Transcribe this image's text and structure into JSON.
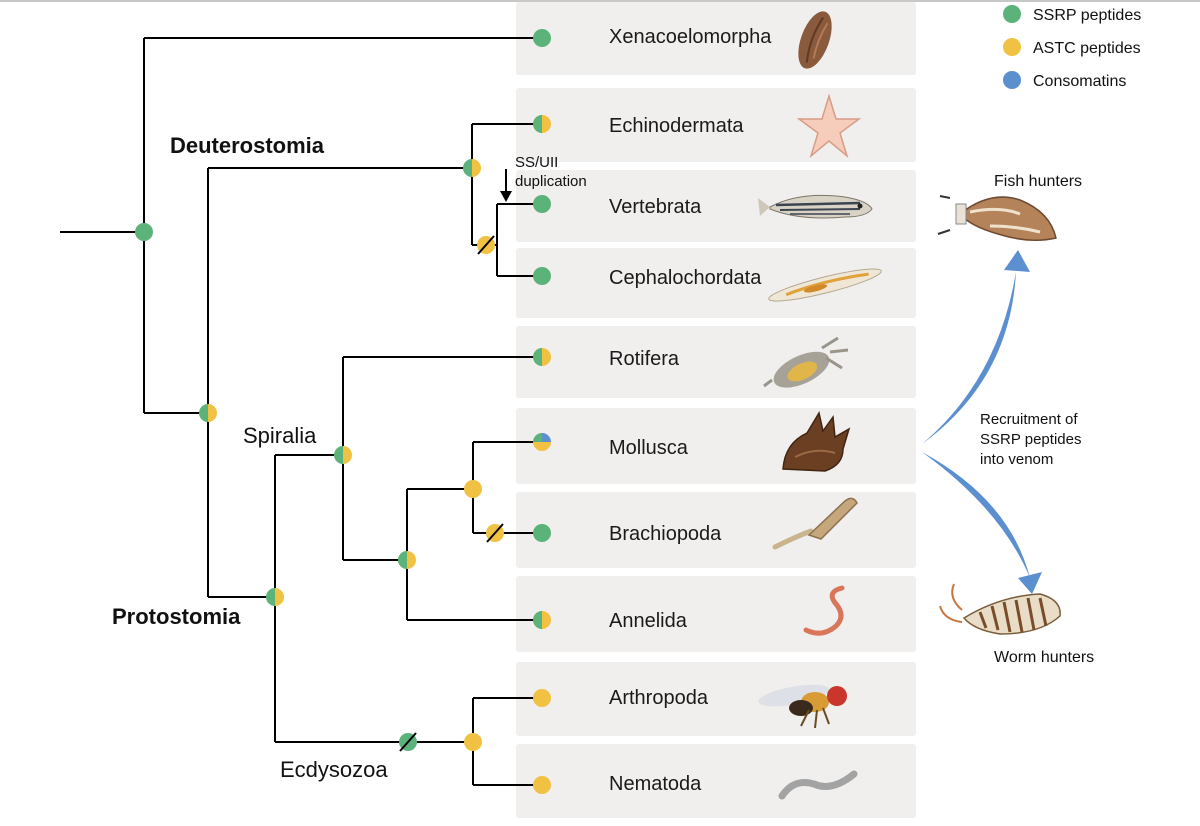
{
  "colors": {
    "ssrp": "#5bb37a",
    "astc": "#f1c143",
    "consomatin": "#5b8fce",
    "box": "#f1efee",
    "arrow": "#5b8fd0"
  },
  "legend": [
    {
      "label": "SSRP peptides",
      "color": "#5bb37a"
    },
    {
      "label": "ASTC peptides",
      "color": "#f1c143"
    },
    {
      "label": "Consomatins",
      "color": "#5b8fce"
    }
  ],
  "taxa": [
    {
      "name": "Xenacoelomorpha",
      "icon": "acoel-worm-icon"
    },
    {
      "name": "Echinodermata",
      "icon": "starfish-icon"
    },
    {
      "name": "Vertebrata",
      "icon": "zebrafish-icon"
    },
    {
      "name": "Cephalochordata",
      "icon": "lancelet-icon"
    },
    {
      "name": "Rotifera",
      "icon": "rotifer-icon"
    },
    {
      "name": "Mollusca",
      "icon": "sea-slug-icon"
    },
    {
      "name": "Brachiopoda",
      "icon": "lamp-shell-icon"
    },
    {
      "name": "Annelida",
      "icon": "earthworm-icon"
    },
    {
      "name": "Arthropoda",
      "icon": "fruit-fly-icon"
    },
    {
      "name": "Nematoda",
      "icon": "nematode-icon"
    }
  ],
  "clades": {
    "deuterostomia": "Deuterostomia",
    "protostomia": "Protostomia",
    "spiralia": "Spiralia",
    "ecdysozoa": "Ecdysozoa"
  },
  "annotations": {
    "duplication_line1": "SS/UII",
    "duplication_line2": "duplication",
    "fish_hunters": "Fish hunters",
    "worm_hunters": "Worm hunters",
    "recruitment_line1": "Recruitment of",
    "recruitment_line2": "SSRP peptides",
    "recruitment_line3": "into venom"
  }
}
